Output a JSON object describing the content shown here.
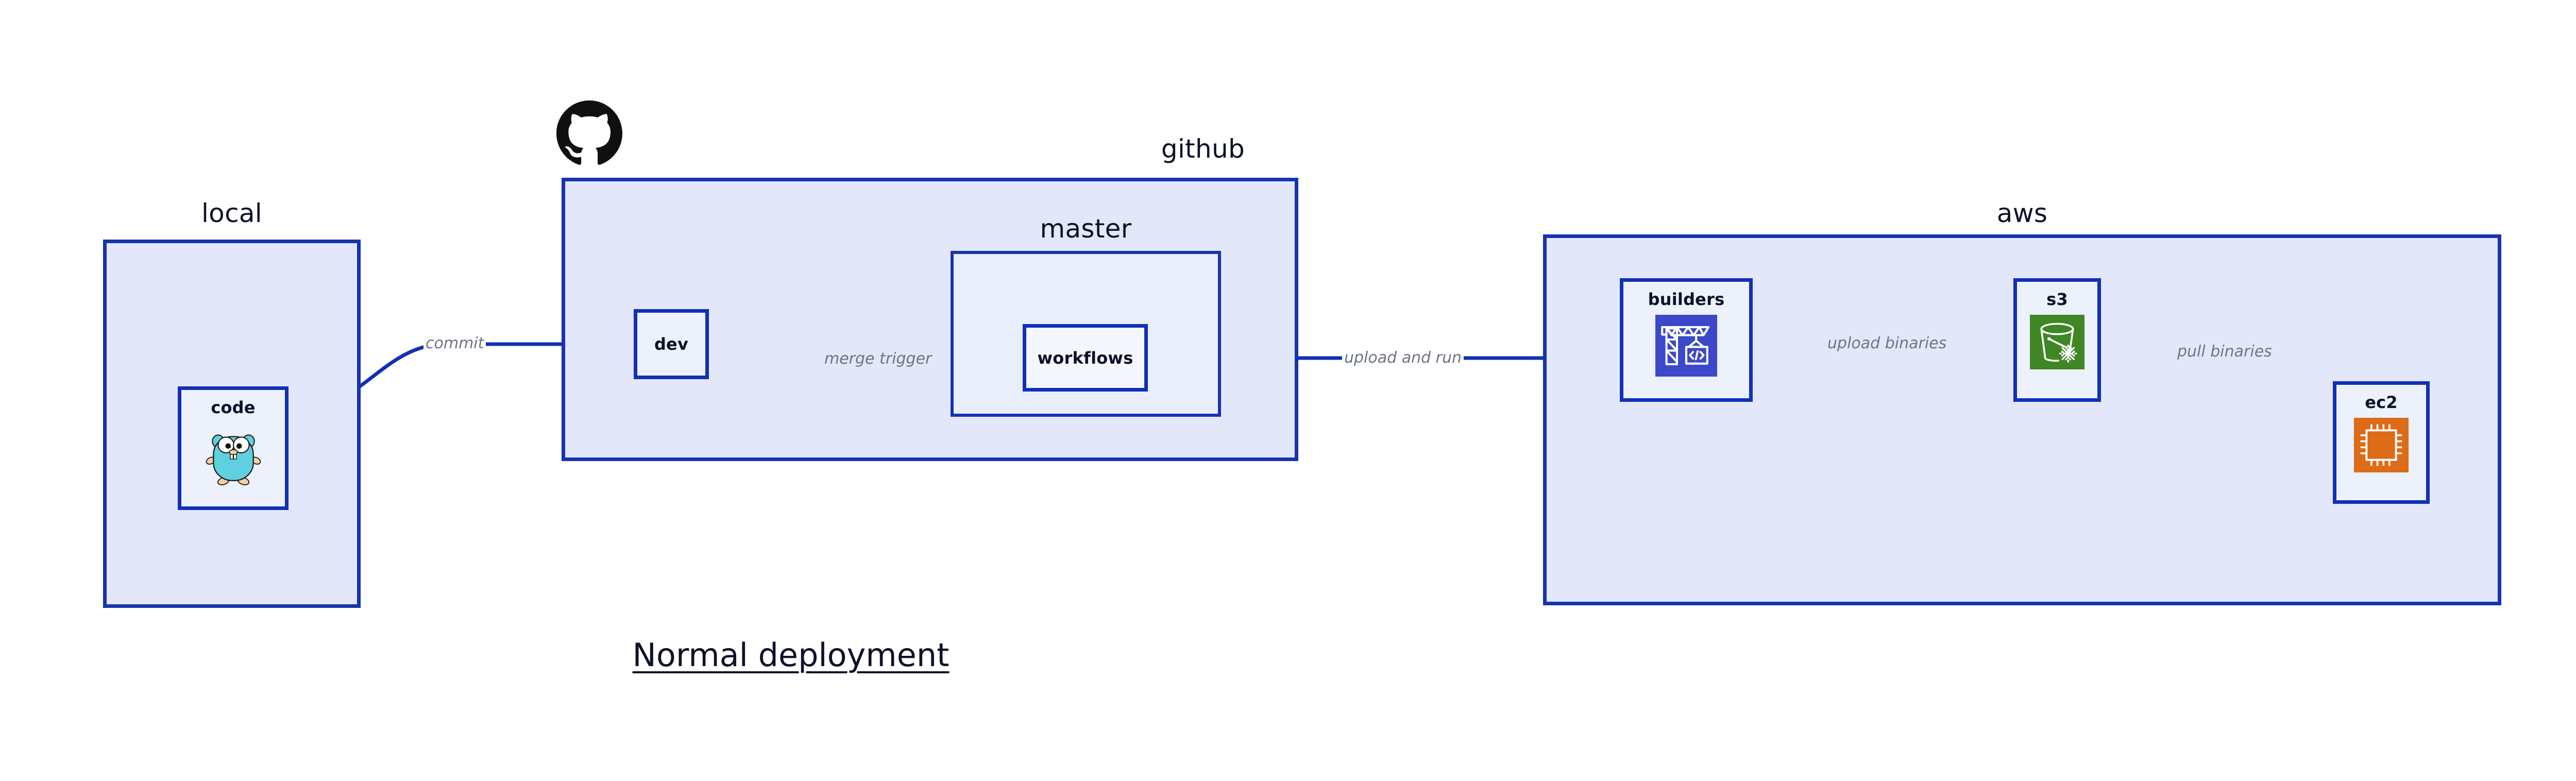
{
  "title": "Normal deployment",
  "groups": {
    "local": {
      "label": "local"
    },
    "github": {
      "label": "github"
    },
    "master": {
      "label": "master"
    },
    "aws": {
      "label": "aws"
    }
  },
  "nodes": {
    "code": {
      "label": "code",
      "icon": "go-gopher-icon"
    },
    "dev": {
      "label": "dev",
      "icon": null
    },
    "workflows": {
      "label": "workflows",
      "icon": null
    },
    "builders": {
      "label": "builders",
      "icon": "aws-codebuild-icon"
    },
    "s3": {
      "label": "s3",
      "icon": "aws-s3-bucket-icon"
    },
    "ec2": {
      "label": "ec2",
      "icon": "aws-ec2-chip-icon"
    }
  },
  "logos": {
    "github": "github-octocat-logo"
  },
  "edges": [
    {
      "id": "commit",
      "label": "commit",
      "from": "code",
      "to": "dev"
    },
    {
      "id": "merge-trigger",
      "label": "merge trigger",
      "from": "dev",
      "to": "workflows"
    },
    {
      "id": "upload-and-run",
      "label": "upload and run",
      "from": "workflows",
      "to": "builders"
    },
    {
      "id": "upload-binaries",
      "label": "upload binaries",
      "from": "builders",
      "to": "s3"
    },
    {
      "id": "pull-binaries",
      "label": "pull binaries",
      "from": "s3",
      "to": "ec2"
    }
  ],
  "colors": {
    "edge": "#1230b5",
    "group_border": "#1733ae",
    "group_fill": "#e2e7fa",
    "node_fill": "#edf1fc",
    "edge_label": "#6e7582",
    "text": "#0d1129",
    "codebuild": "#3b48c9",
    "s3": "#3f8624",
    "ec2": "#dd6b18",
    "gopher": "#5fd0dd"
  }
}
